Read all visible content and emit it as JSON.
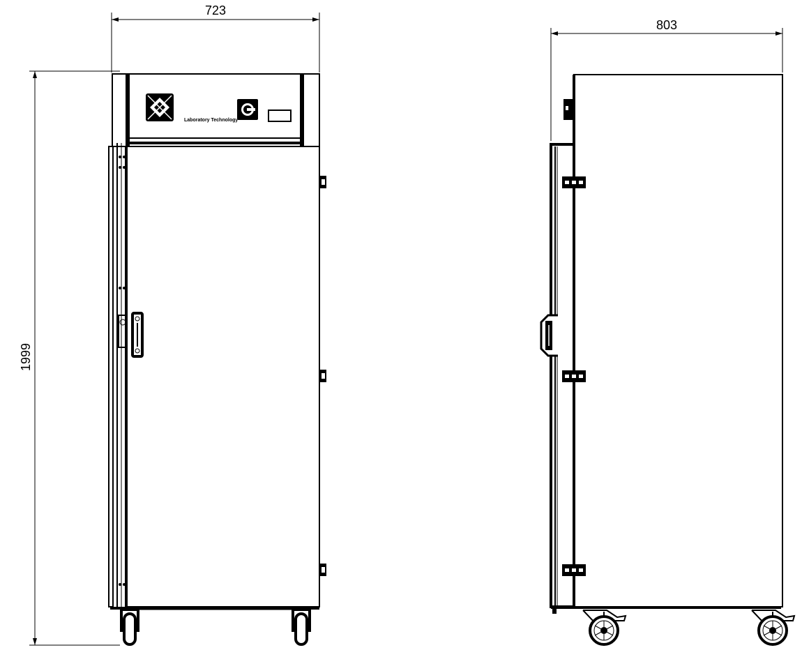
{
  "drawing": {
    "front_view": {
      "width_dimension": "723",
      "height_dimension": "1999",
      "panel_label": "Laboratory Technology"
    },
    "side_view": {
      "depth_dimension": "803"
    },
    "colors": {
      "line": "#000000",
      "background": "#ffffff"
    }
  }
}
